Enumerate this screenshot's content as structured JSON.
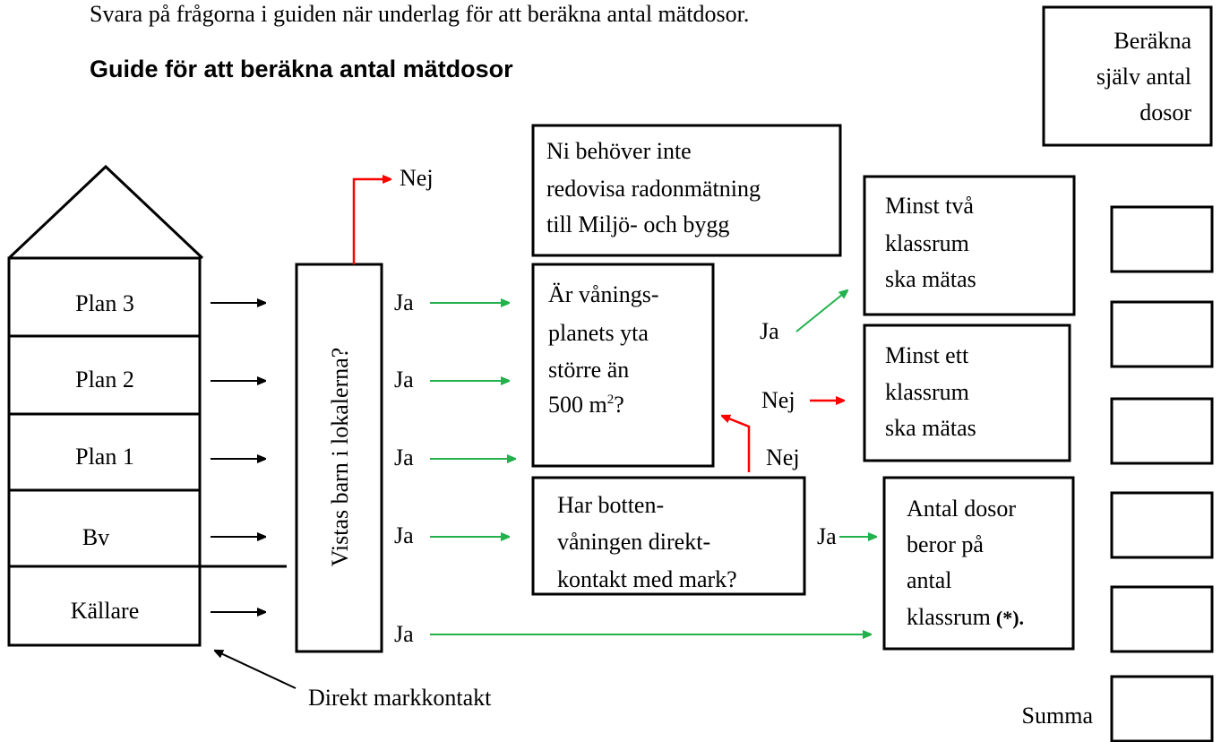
{
  "top_text": "Svara på frågorna i guiden när underlag för att beräkna antal mätdosor.",
  "title": "Guide för att beräkna antal mätdosor",
  "self_calc_box": [
    "Beräkna",
    "själv antal",
    "dosor"
  ],
  "floors": [
    "Plan 3",
    "Plan 2",
    "Plan 1",
    "Bv",
    "Källare"
  ],
  "question_children": "Vistas barn i lokalerna?",
  "answer_yes": "Ja",
  "answer_no": "Nej",
  "no_report_box": [
    "Ni behöver inte",
    "redovisa radonmätning",
    "till Miljö- och bygg"
  ],
  "area_question": [
    "Är vånings-",
    "planets yta",
    "större än",
    "500 m",
    "2",
    "?"
  ],
  "ground_contact_question": [
    "Har botten-",
    "våningen direkt-",
    "kontakt med mark?"
  ],
  "two_rooms_box": [
    "Minst två",
    "klassrum",
    "ska mätas"
  ],
  "one_room_box": [
    "Minst ett",
    "klassrum",
    "ska mätas"
  ],
  "depends_box": [
    "Antal dosor",
    "beror på",
    "antal",
    "klassrum",
    "(*)."
  ],
  "ground_contact_label": "Direkt markkontakt",
  "sum_label": "Summa",
  "colors": {
    "yes_arrow": "#22b14c",
    "no_arrow": "#ff0000",
    "lines": "#000000"
  }
}
